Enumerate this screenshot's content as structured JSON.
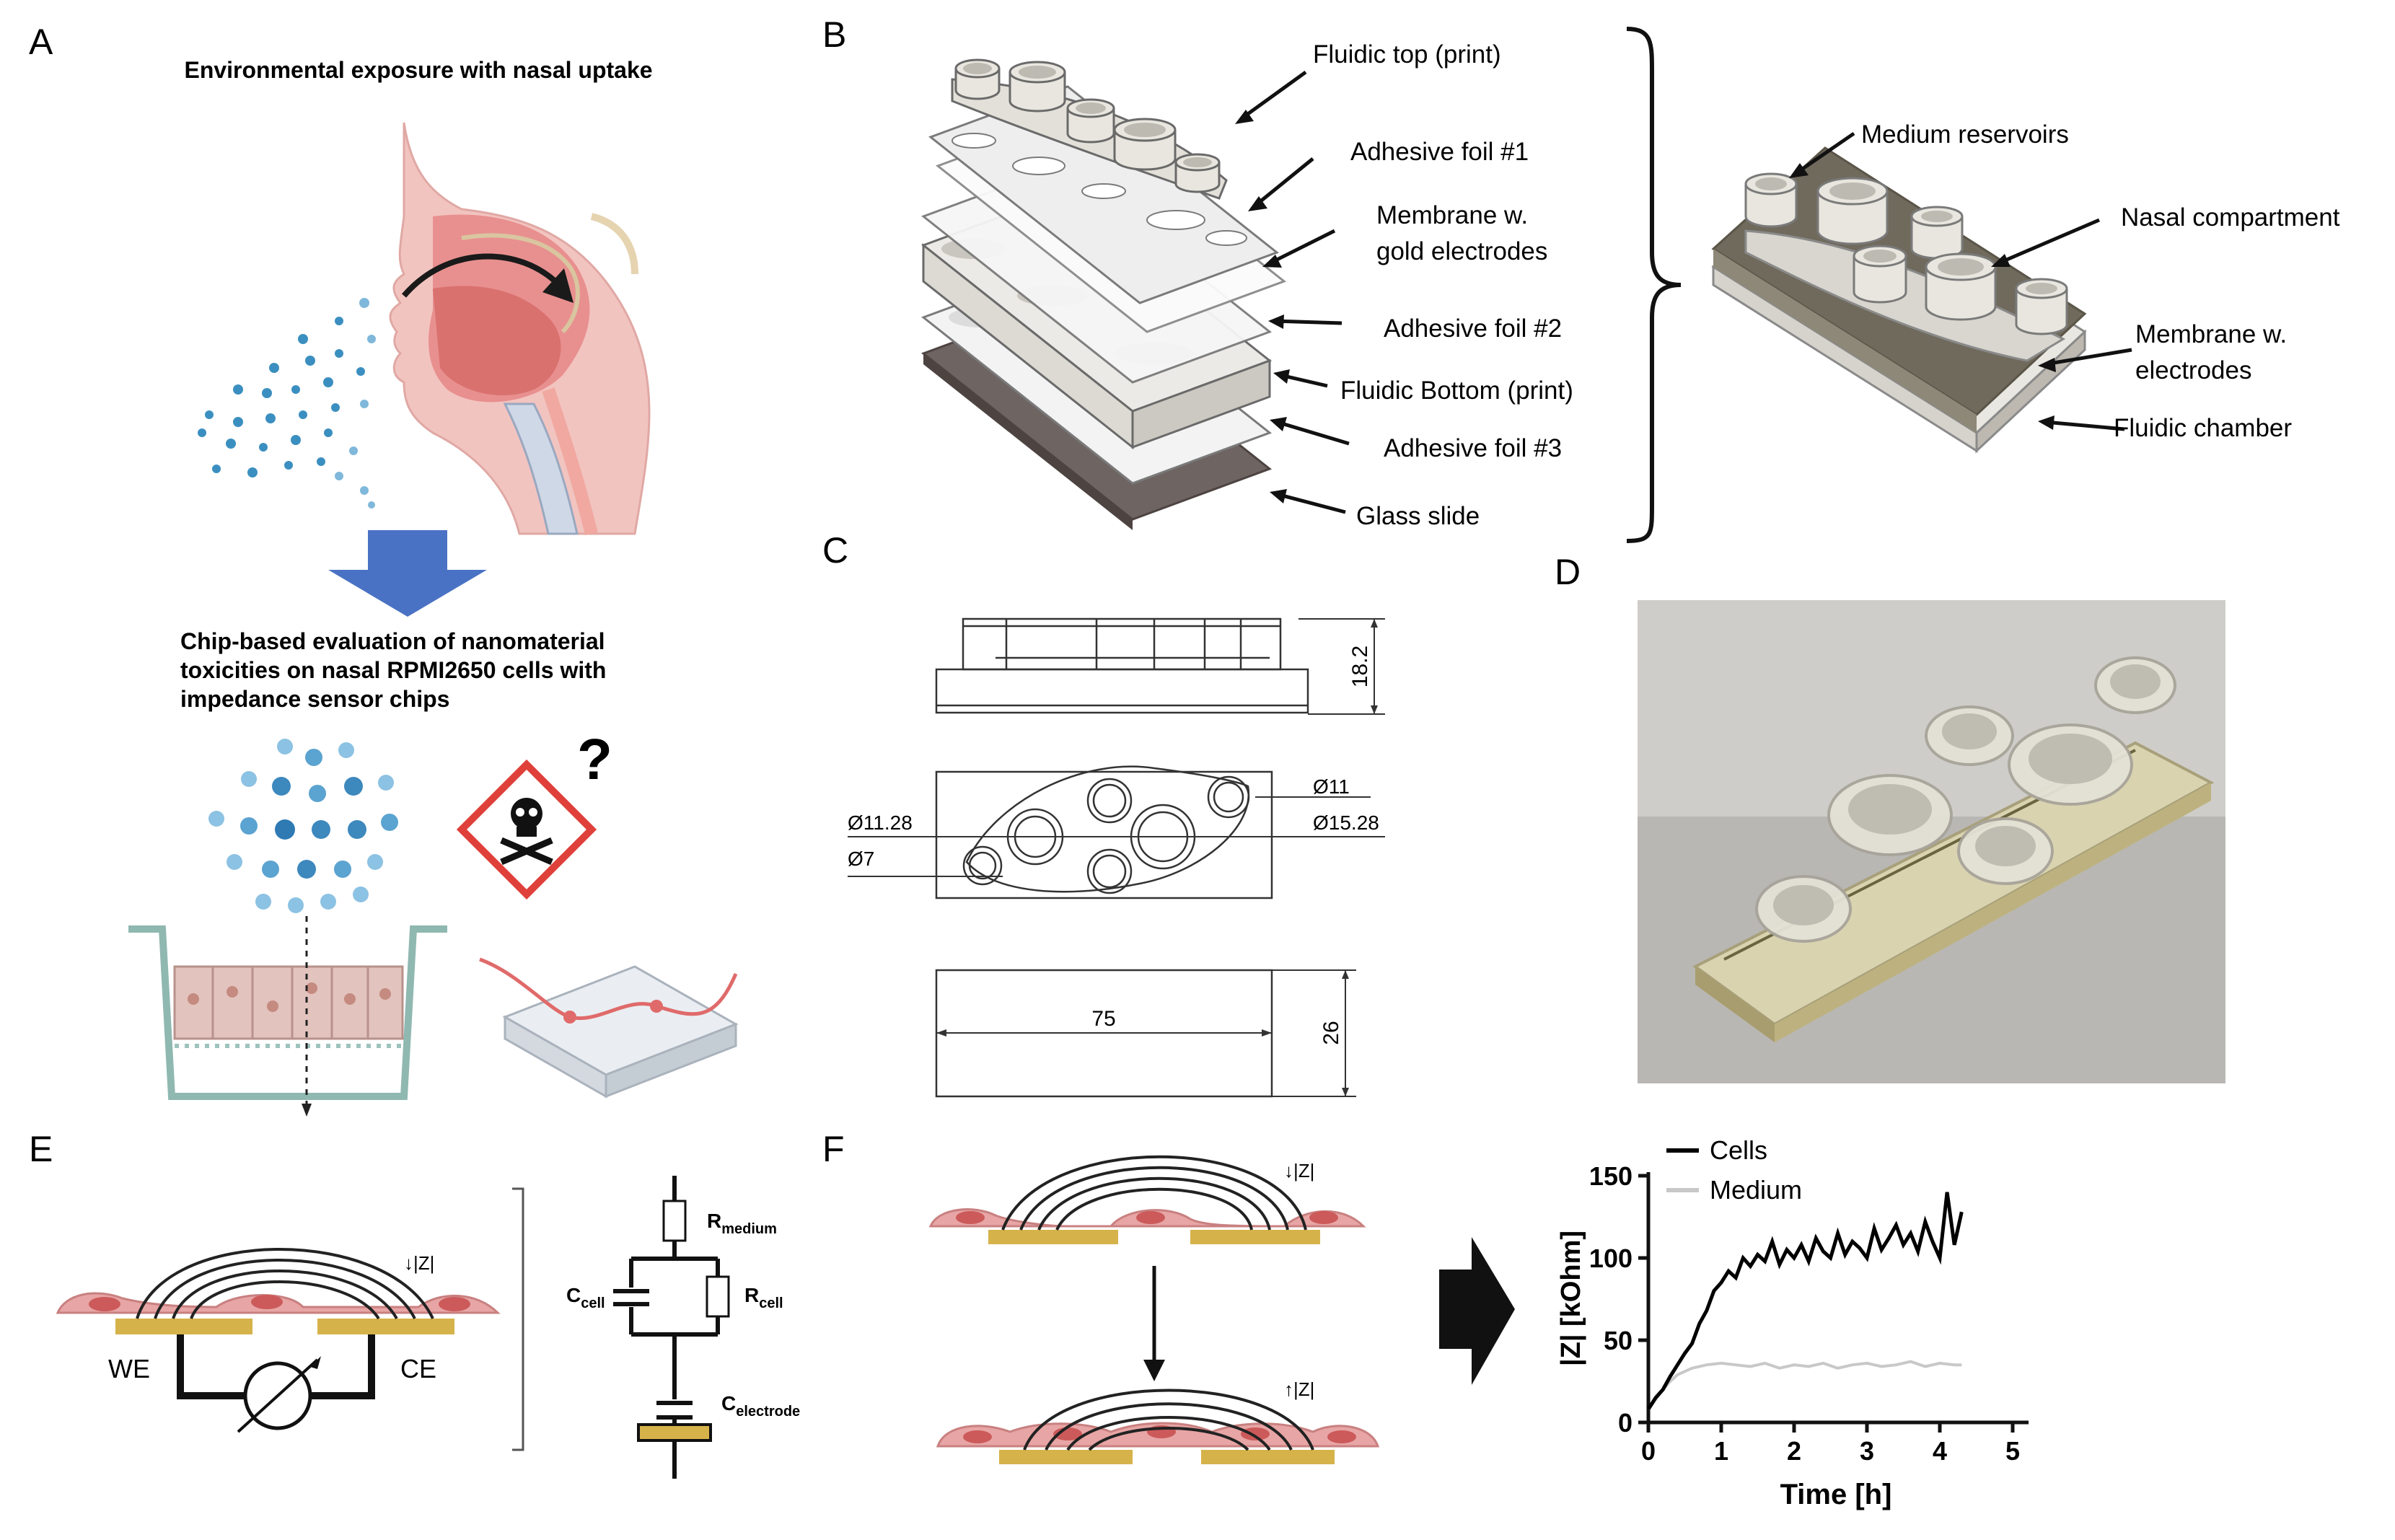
{
  "panels": {
    "A": {
      "letter": "A",
      "title": "Environmental exposure with nasal uptake",
      "subtitle_lines": [
        "Chip-based evaluation of nanomaterial",
        "toxicities on nasal RPMI2650 cells with",
        "impedance sensor chips"
      ],
      "question_mark": "?"
    },
    "B": {
      "letter": "B",
      "layers": [
        "Fluidic top (print)",
        "Adhesive foil #1",
        "Membrane w.",
        "gold electrodes",
        "Adhesive foil #2",
        "Fluidic Bottom (print)",
        "Adhesive foil #3",
        "Glass slide"
      ],
      "assembled": [
        "Medium reservoirs",
        "Nasal compartment",
        "Membrane w.",
        "electrodes",
        "Fluidic chamber"
      ]
    },
    "C": {
      "letter": "C",
      "height": "18.2",
      "d11": "Ø11",
      "d1128": "Ø11.28",
      "d1528": "Ø15.28",
      "d7": "Ø7",
      "length": "75",
      "width": "26"
    },
    "D": {
      "letter": "D"
    },
    "E": {
      "letter": "E",
      "we": "WE",
      "ce": "CE",
      "z_down": "↓|Z|",
      "r_medium_main": "R",
      "r_medium_sub": "medium",
      "c_cell_main": "C",
      "c_cell_sub": "cell",
      "r_cell_main": "R",
      "r_cell_sub": "cell",
      "c_electrode_main": "C",
      "c_electrode_sub": "electrode"
    },
    "F": {
      "letter": "F",
      "z_down": "↓|Z|",
      "z_up": "↑|Z|"
    }
  },
  "chart_data": {
    "type": "line",
    "xlabel": "Time [h]",
    "ylabel": "|Z| [kOhm]",
    "xlim": [
      0,
      5
    ],
    "ylim": [
      0,
      150
    ],
    "xticks": [
      0,
      1,
      2,
      3,
      4,
      5
    ],
    "yticks": [
      0,
      50,
      100,
      150
    ],
    "legend_position": "top-left",
    "series": [
      {
        "name": "Cells",
        "color": "#000000",
        "x": [
          0,
          0.1,
          0.2,
          0.3,
          0.4,
          0.5,
          0.6,
          0.7,
          0.8,
          0.9,
          1.0,
          1.1,
          1.2,
          1.3,
          1.4,
          1.5,
          1.6,
          1.7,
          1.8,
          1.9,
          2.0,
          2.1,
          2.2,
          2.3,
          2.4,
          2.5,
          2.6,
          2.7,
          2.8,
          2.9,
          3.0,
          3.1,
          3.2,
          3.3,
          3.4,
          3.5,
          3.6,
          3.7,
          3.8,
          3.9,
          4.0,
          4.1,
          4.2,
          4.3
        ],
        "y": [
          8,
          15,
          20,
          28,
          35,
          42,
          48,
          60,
          68,
          80,
          85,
          92,
          88,
          100,
          95,
          102,
          98,
          110,
          96,
          105,
          100,
          108,
          98,
          112,
          104,
          100,
          115,
          102,
          110,
          106,
          100,
          118,
          105,
          112,
          120,
          108,
          115,
          104,
          122,
          110,
          100,
          140,
          108,
          128
        ]
      },
      {
        "name": "Medium",
        "color": "#c8c8c8",
        "x": [
          0,
          0.1,
          0.2,
          0.3,
          0.4,
          0.5,
          0.6,
          0.8,
          1.0,
          1.2,
          1.4,
          1.6,
          1.8,
          2.0,
          2.2,
          2.4,
          2.6,
          2.8,
          3.0,
          3.2,
          3.4,
          3.6,
          3.8,
          4.0,
          4.2,
          4.3
        ],
        "y": [
          8,
          14,
          20,
          25,
          29,
          31,
          33,
          35,
          36,
          35,
          34,
          36,
          33,
          35,
          34,
          36,
          33,
          35,
          36,
          34,
          35,
          37,
          34,
          36,
          35,
          35
        ]
      }
    ]
  }
}
